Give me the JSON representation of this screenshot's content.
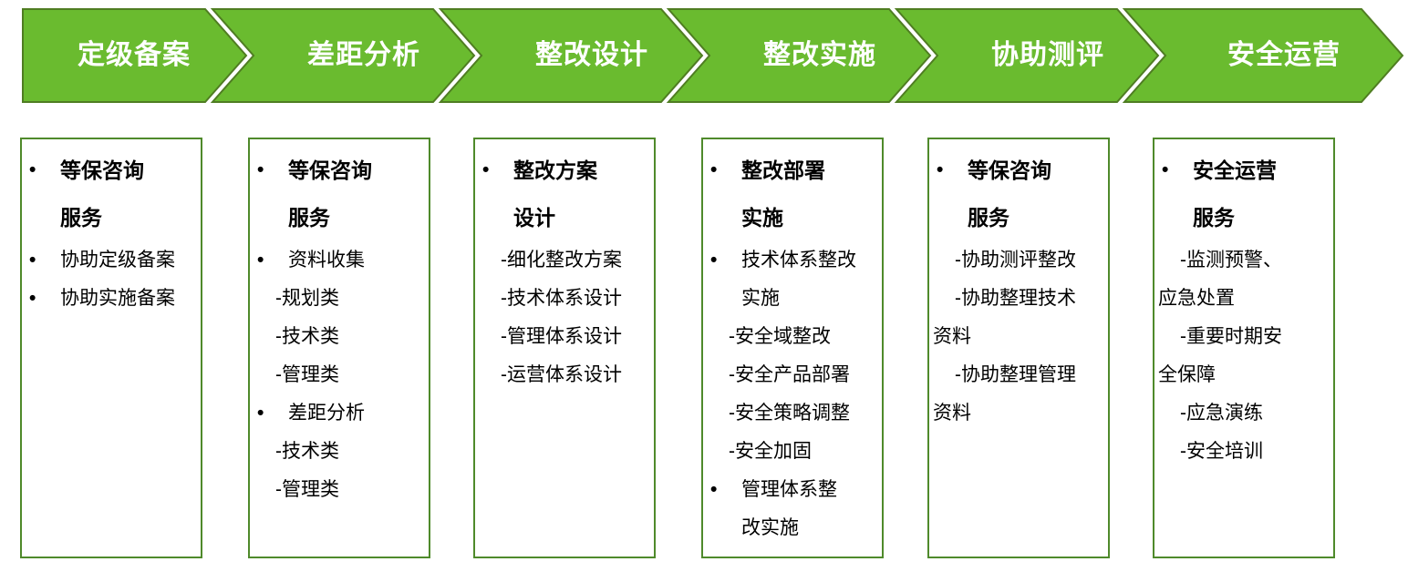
{
  "colors": {
    "chevron_fill": "#6ABB2F",
    "chevron_border": "#4F7D22",
    "chevron_text": "#FFFFFF",
    "box_border": "#4F8A2B",
    "body_text": "#000000"
  },
  "steps": [
    {
      "label": "定级备案",
      "items": [
        {
          "style": "bullet-bold",
          "text": "等保咨询\n服务"
        },
        {
          "style": "bullet",
          "text": "协助定级备案"
        },
        {
          "style": "bullet",
          "text": "协助实施备案"
        }
      ]
    },
    {
      "label": "差距分析",
      "items": [
        {
          "style": "bullet-bold",
          "text": "等保咨询\n服务"
        },
        {
          "style": "bullet",
          "text": "资料收集"
        },
        {
          "style": "dash",
          "text": "-规划类"
        },
        {
          "style": "dash",
          "text": "-技术类"
        },
        {
          "style": "dash",
          "text": "-管理类"
        },
        {
          "style": "bullet",
          "text": "差距分析"
        },
        {
          "style": "dash",
          "text": "-技术类"
        },
        {
          "style": "dash",
          "text": "-管理类"
        }
      ]
    },
    {
      "label": "整改设计",
      "items": [
        {
          "style": "bullet-bold",
          "text": "整改方案\n设计"
        },
        {
          "style": "dash",
          "text": "-细化整改方案"
        },
        {
          "style": "dash",
          "text": "-技术体系设计"
        },
        {
          "style": "dash",
          "text": "-管理体系设计"
        },
        {
          "style": "dash",
          "text": "-运营体系设计"
        }
      ]
    },
    {
      "label": "整改实施",
      "items": [
        {
          "style": "bullet-bold",
          "text": "整改部署\n实施"
        },
        {
          "style": "bullet",
          "text": "技术体系整改\n实施"
        },
        {
          "style": "dash",
          "text": "-安全域整改"
        },
        {
          "style": "dash",
          "text": "-安全产品部署"
        },
        {
          "style": "dash",
          "text": "-安全策略调整"
        },
        {
          "style": "dash",
          "text": "-安全加固"
        },
        {
          "style": "bullet",
          "text": "管理体系整\n改实施"
        }
      ]
    },
    {
      "label": "协助测评",
      "items": [
        {
          "style": "bullet-bold",
          "text": "等保咨询\n服务"
        },
        {
          "style": "dash",
          "text": "-协助测评整改"
        },
        {
          "style": "dash",
          "text": "-协助整理技术\n资料"
        },
        {
          "style": "dash",
          "text": "-协助整理管理\n资料"
        }
      ]
    },
    {
      "label": "安全运营",
      "items": [
        {
          "style": "bullet-bold",
          "text": "安全运营\n服务"
        },
        {
          "style": "dash",
          "text": "-监测预警、\n应急处置"
        },
        {
          "style": "dash",
          "text": "-重要时期安\n全保障"
        },
        {
          "style": "dash",
          "text": "-应急演练"
        },
        {
          "style": "dash",
          "text": "-安全培训"
        }
      ]
    }
  ]
}
